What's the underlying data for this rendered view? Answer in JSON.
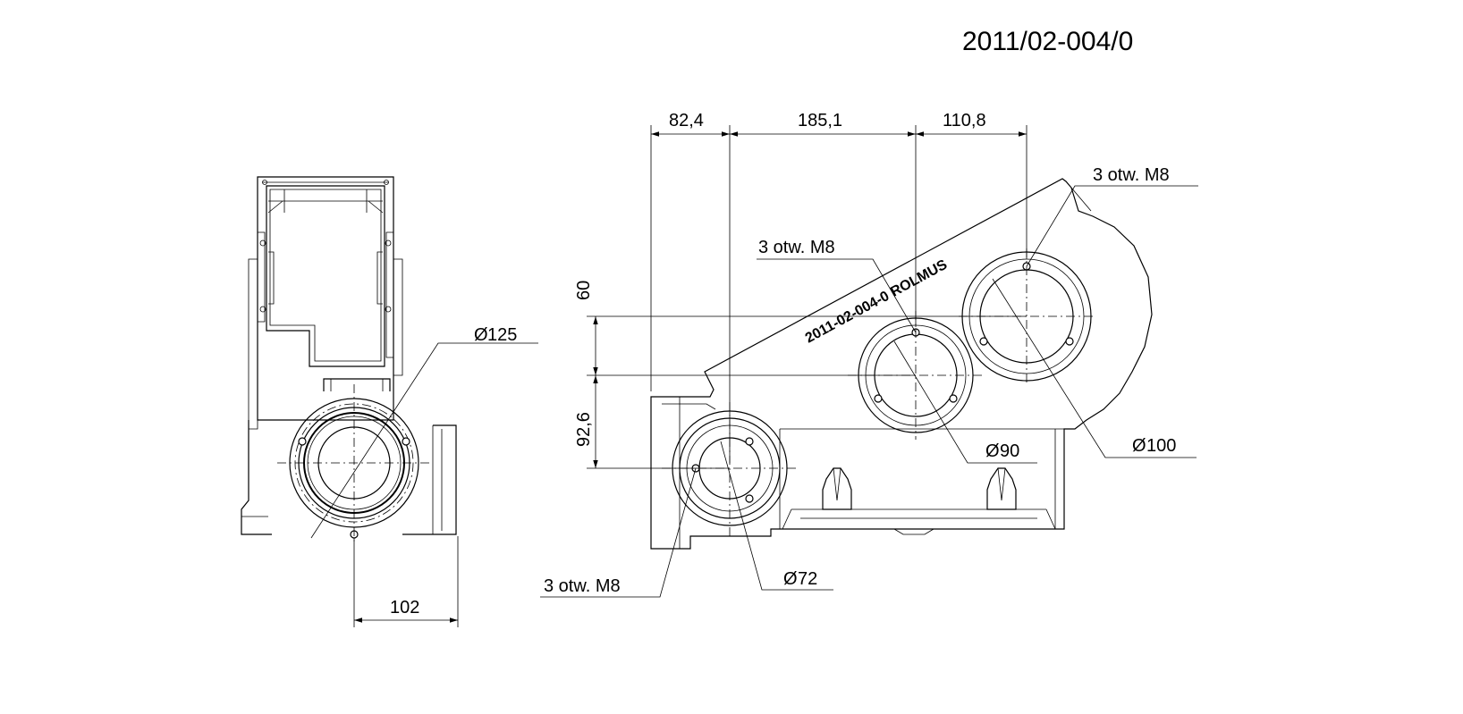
{
  "drawing_number": "2011/02-004/0",
  "engraving": "2011-02-004-0  ROLMUS",
  "left_view": {
    "diameter": "125",
    "width": "102"
  },
  "right_view": {
    "horizontal_dims": [
      "82,4",
      "185,1",
      "110,8"
    ],
    "vertical_dims": [
      "60",
      "92,6"
    ],
    "callouts": {
      "holes_top_right": "3 otw. M8",
      "holes_middle": "3 otw. M8",
      "holes_bottom": "3 otw. M8",
      "dia_90": "90",
      "dia_100": "100",
      "dia_72": "72"
    }
  },
  "diameter_symbol": "Ø"
}
